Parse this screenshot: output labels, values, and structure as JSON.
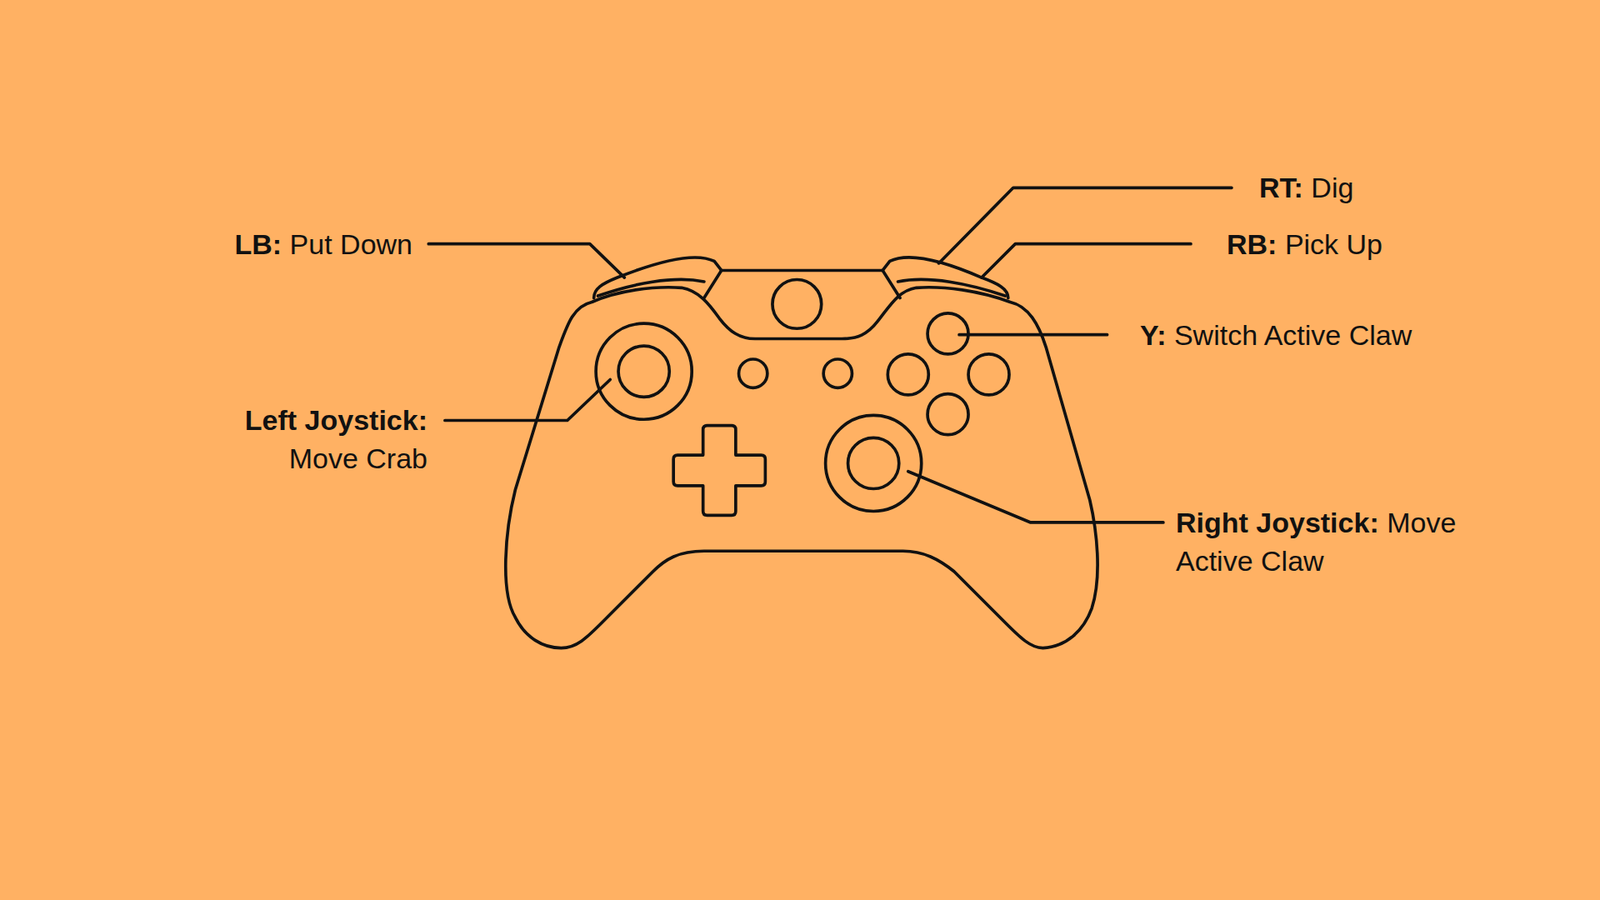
{
  "diagram": {
    "labels": [
      "LB:",
      "Put Down",
      "RT:",
      "Dig",
      "RB:",
      "Pick Up",
      "Y:",
      "Switch Active Claw",
      "Left Joystick:",
      "Move Crab",
      "Right Joystick:",
      "Move Active Claw"
    ]
  }
}
